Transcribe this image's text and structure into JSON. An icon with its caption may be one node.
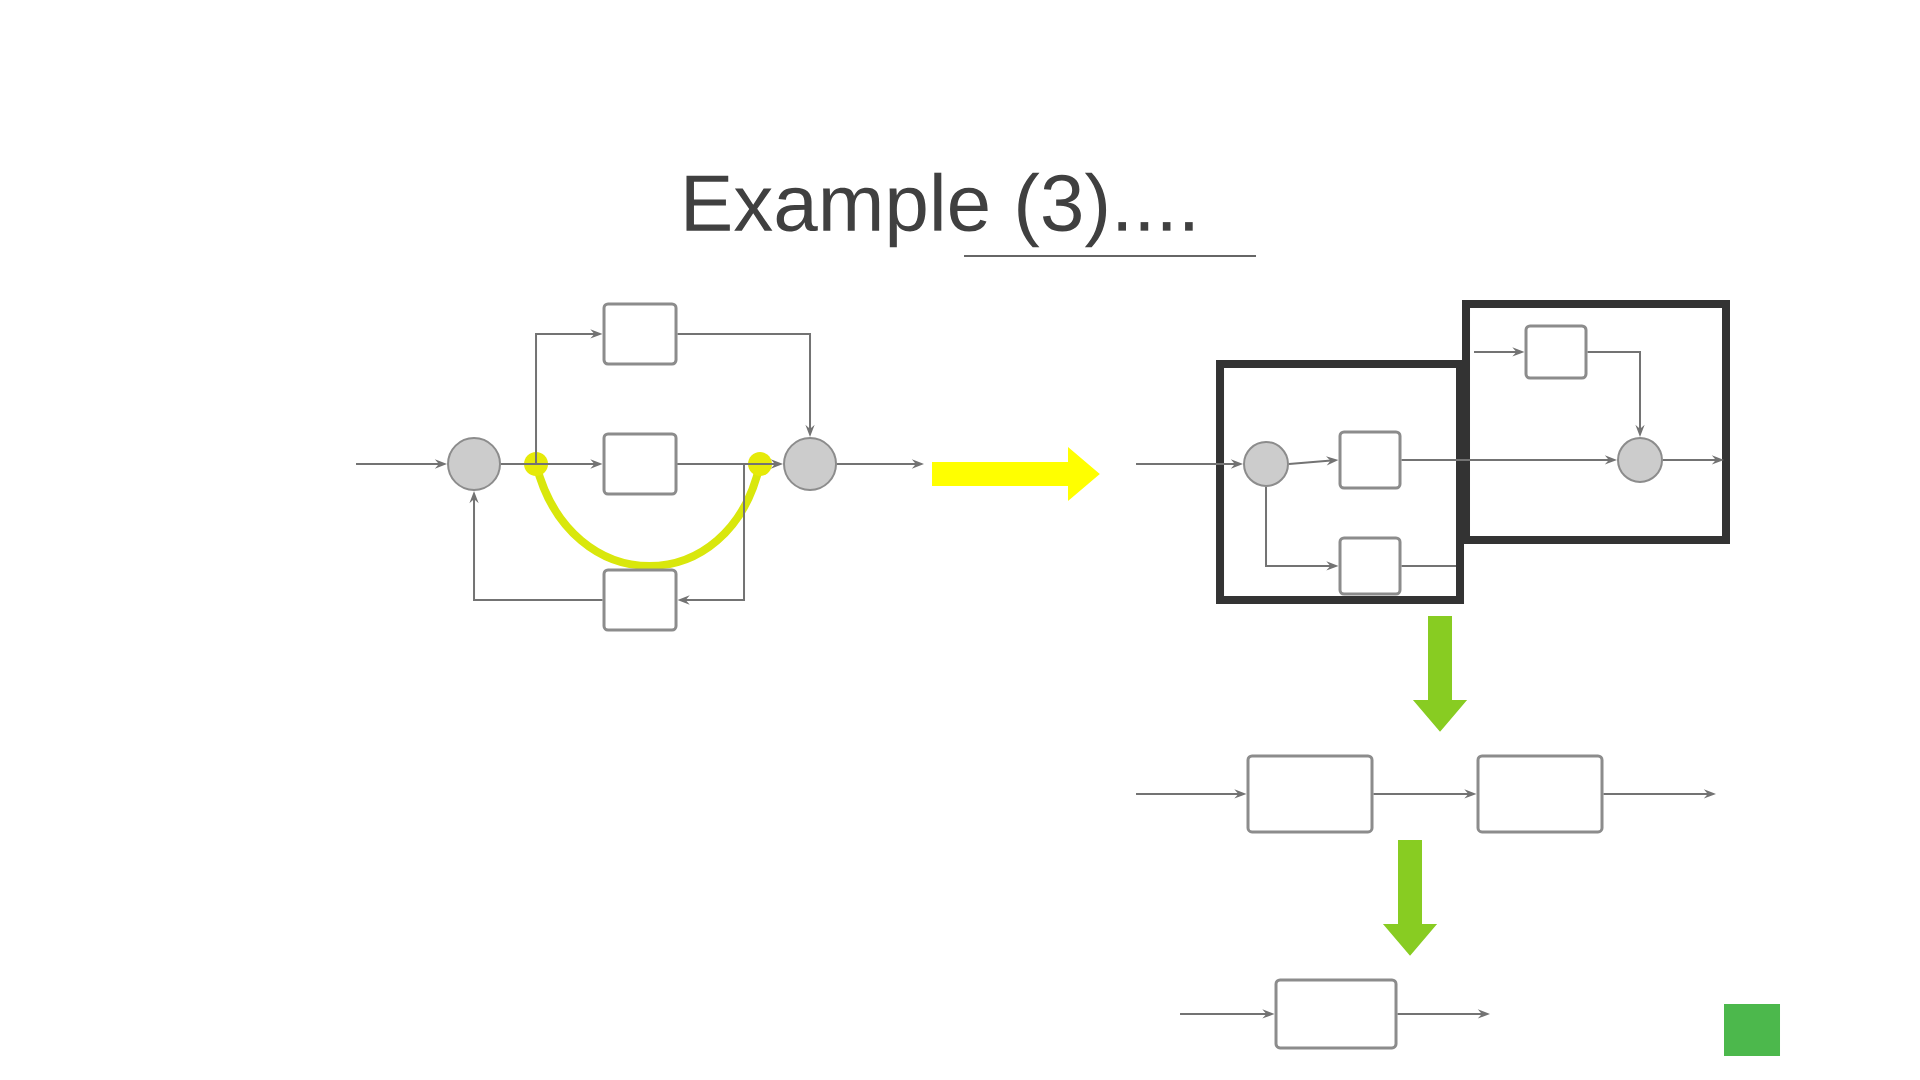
{
  "diagram": {
    "title": "Example (3)....",
    "nodes": [
      {
        "text": [],
        "shape": "circle"
      },
      {
        "text": [],
        "shape": "box"
      },
      {
        "text": [],
        "shape": "box"
      },
      {
        "text": [],
        "shape": "box"
      },
      {
        "text": [],
        "shape": "circle"
      },
      {
        "text": [],
        "shape": "box"
      },
      {
        "text": [],
        "shape": "circle",
        "in": 5
      },
      {
        "text": [],
        "shape": "box",
        "in": 5
      },
      {
        "text": [],
        "shape": "box",
        "in": 5
      },
      {
        "text": [],
        "shape": "box"
      },
      {
        "text": [],
        "shape": "box",
        "in": 9
      },
      {
        "text": [],
        "shape": "circle",
        "in": 9
      },
      {
        "text": [],
        "shape": "box"
      },
      {
        "text": [],
        "shape": "box"
      },
      {
        "text": [],
        "shape": "box"
      }
    ],
    "edges": [
      {
        "from": null,
        "to": 0,
        "arrow": "to"
      },
      {
        "from": 0,
        "to": 2,
        "arrow": "to"
      },
      {
        "from": 0,
        "to": 1,
        "arrow": "to"
      },
      {
        "from": 1,
        "to": 4,
        "arrow": "to"
      },
      {
        "from": 2,
        "to": 4,
        "arrow": "to"
      },
      {
        "from": 2,
        "to": 3,
        "arrow": "to"
      },
      {
        "from": 3,
        "to": 0,
        "arrow": "to"
      },
      {
        "from": 4,
        "to": null,
        "arrow": "to"
      },
      {
        "from": null,
        "to": 6,
        "arrow": "to"
      },
      {
        "from": 6,
        "to": 7,
        "arrow": "to"
      },
      {
        "from": 6,
        "to": 8,
        "arrow": "to"
      },
      {
        "from": 7,
        "to": 11,
        "arrow": "to"
      },
      {
        "from": 8,
        "to": null,
        "arrow": "none"
      },
      {
        "from": null,
        "to": 10,
        "arrow": "to"
      },
      {
        "from": 10,
        "to": 11,
        "arrow": "to"
      },
      {
        "from": 11,
        "to": null,
        "arrow": "to"
      },
      {
        "from": null,
        "to": 12,
        "arrow": "to"
      },
      {
        "from": 12,
        "to": 13,
        "arrow": "to"
      },
      {
        "from": 13,
        "to": null,
        "arrow": "to"
      },
      {
        "from": null,
        "to": 14,
        "arrow": "to"
      },
      {
        "from": 14,
        "to": null,
        "arrow": "to"
      }
    ]
  }
}
